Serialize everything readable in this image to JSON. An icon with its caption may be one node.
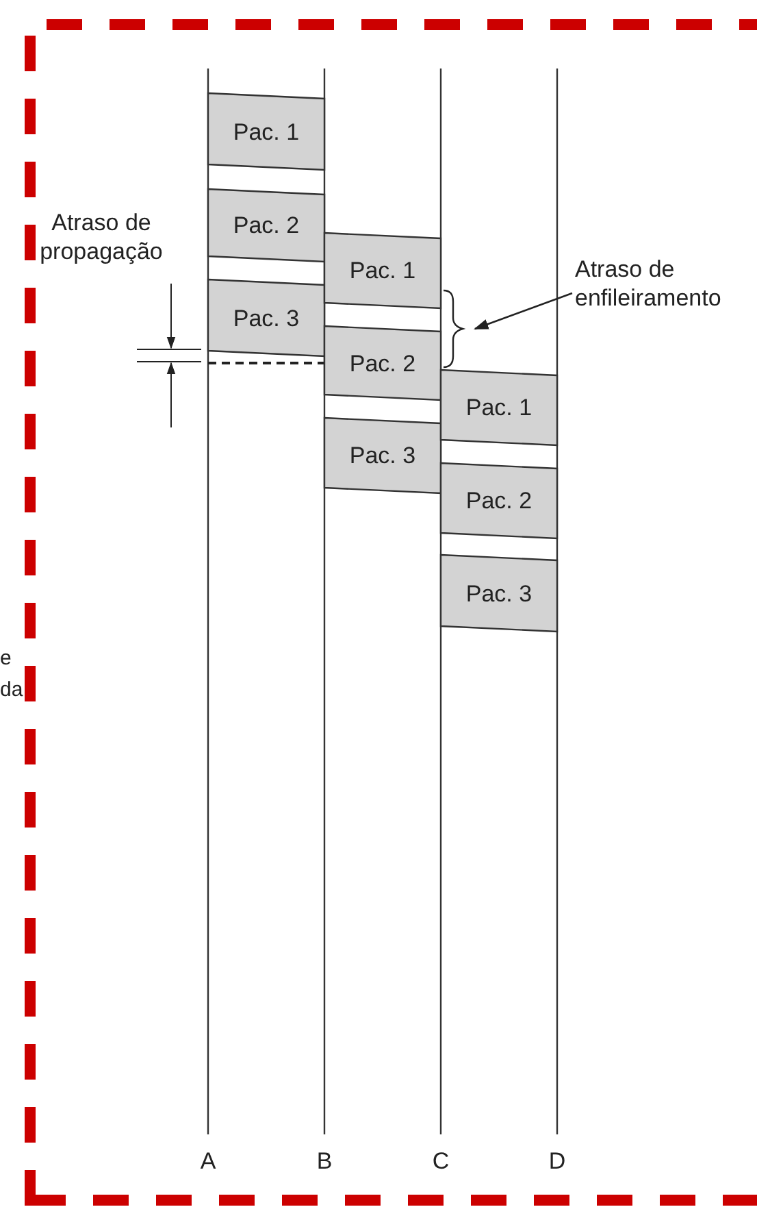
{
  "diagram": {
    "nodes": [
      {
        "text": [
          "Pac. 1"
        ]
      },
      {
        "text": [
          "Pac. 2"
        ]
      },
      {
        "text": [
          "Pac. 3"
        ]
      },
      {
        "text": [
          "Pac. 1"
        ]
      },
      {
        "text": [
          "Pac. 2"
        ]
      },
      {
        "text": [
          "Pac. 3"
        ]
      },
      {
        "text": [
          "Pac. 1"
        ]
      },
      {
        "text": [
          "Pac. 2"
        ]
      },
      {
        "text": [
          "Pac. 3"
        ]
      },
      {
        "text": [
          "Atraso de enfileiramento"
        ]
      },
      {
        "text": [],
        "shape": "bracket"
      }
    ],
    "edges": [
      {
        "from": 9,
        "to": 10,
        "arrow": "to"
      }
    ],
    "labels": [
      "Atraso de propagação",
      "e",
      "da",
      "A",
      "B",
      "C",
      "D"
    ]
  }
}
